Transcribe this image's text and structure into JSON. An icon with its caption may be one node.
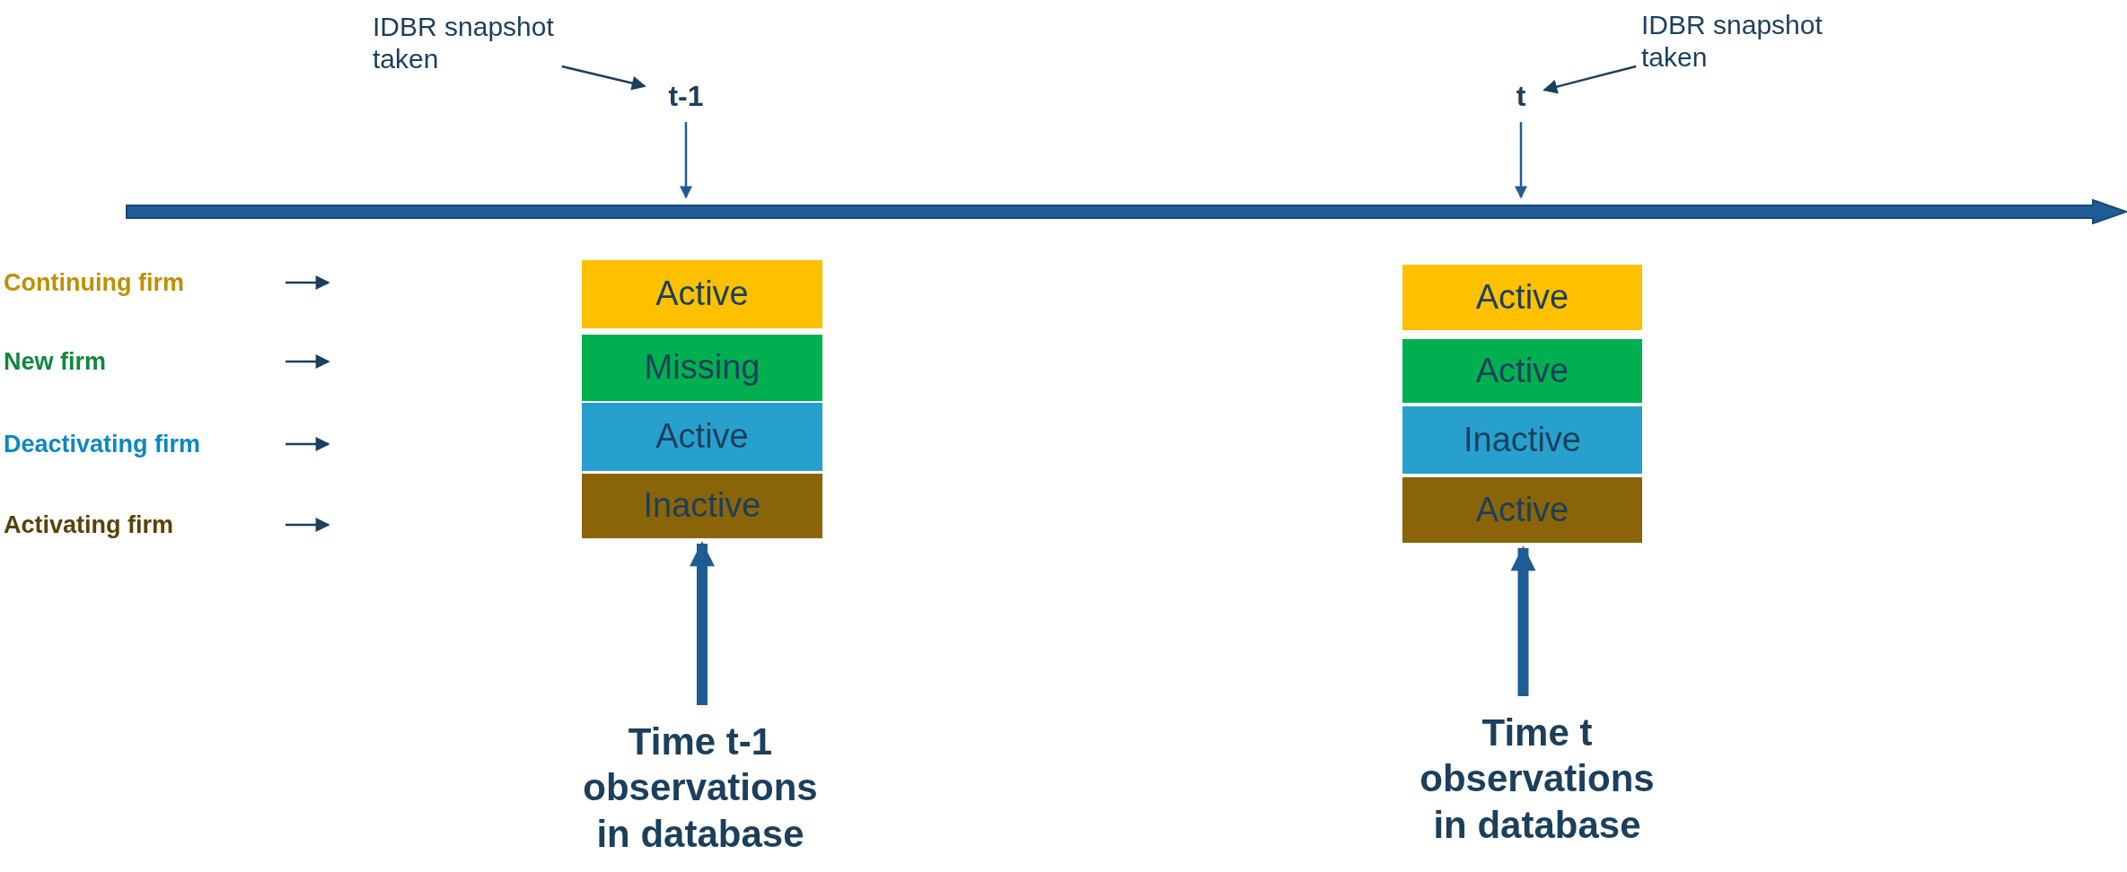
{
  "diagram": {
    "nodes": [
      {
        "text": [
          "IDBR snapshot taken"
        ]
      },
      {
        "text": [
          "t-1"
        ]
      },
      {
        "text": [
          "IDBR snapshot taken"
        ]
      },
      {
        "text": [
          "t"
        ]
      },
      {
        "text": [],
        "shape": "arrow"
      },
      {
        "text": [
          "Continuing firm"
        ]
      },
      {
        "text": [
          "New firm"
        ]
      },
      {
        "text": [
          "Deactivating firm"
        ]
      },
      {
        "text": [
          "Activating firm"
        ]
      },
      {
        "text": [
          "Active"
        ]
      },
      {
        "text": [
          "Missing"
        ]
      },
      {
        "text": [
          "Active"
        ]
      },
      {
        "text": [
          "Inactive"
        ]
      },
      {
        "text": [
          "Active"
        ]
      },
      {
        "text": [
          "Active"
        ]
      },
      {
        "text": [
          "Inactive"
        ]
      },
      {
        "text": [
          "Active"
        ]
      },
      {
        "text": [
          "Time t-1 observations in database"
        ]
      },
      {
        "text": [
          "Time t observations in database"
        ]
      }
    ],
    "edges": [
      {
        "from": 0,
        "to": 1,
        "arrow": "to"
      },
      {
        "from": 2,
        "to": 3,
        "arrow": "to"
      },
      {
        "from": 1,
        "to": 4,
        "arrow": "to"
      },
      {
        "from": 3,
        "to": 4,
        "arrow": "to"
      },
      {
        "from": 17,
        "to": 12,
        "arrow": "to",
        "style": "thick"
      },
      {
        "from": 18,
        "to": 16,
        "arrow": "to",
        "style": "thick"
      }
    ]
  }
}
